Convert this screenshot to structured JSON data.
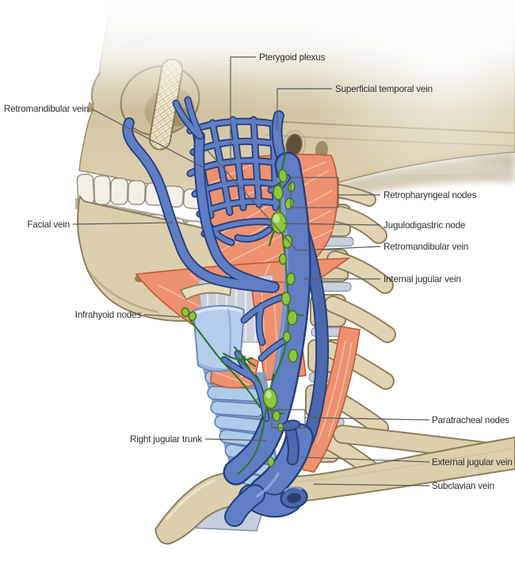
{
  "palette": {
    "background": "#FFFFFF",
    "bone_beige": "#DCCFAD",
    "bone_outline": "#8D7F5C",
    "vein_blue": "#5F7EC4",
    "vein_outline": "#273F7E",
    "vein_highlight": "#93ABDC",
    "vein_deep": "#4C69AD",
    "node_green": "#8CC63F",
    "node_outline": "#49761F",
    "lymph_vessel": "#2F7A28",
    "muscle_salmon": "#ED9170",
    "muscle_outline": "#C05A32",
    "cartilage_blue": "#B7CDEE",
    "trachea_blue": "#AECBEA",
    "membrane_gray": "#CBD1D8",
    "label_text": "#2F2F2F",
    "leader_line": "#5A5A5A"
  },
  "labels": {
    "items": [
      {
        "id": "retromandibular-vein-left",
        "text": "Retromandibular vein",
        "side": "left"
      },
      {
        "id": "pterygoid-plexus",
        "text": "Pterygoid plexus",
        "side": "top"
      },
      {
        "id": "superficial-temporal-vein",
        "text": "Superficial temporal vein",
        "side": "top"
      },
      {
        "id": "retropharyngeal-nodes",
        "text": "Retropharyngeal nodes",
        "side": "right"
      },
      {
        "id": "facial-vein",
        "text": "Facial vein",
        "side": "left"
      },
      {
        "id": "jugulodigastric-node",
        "text": "Jugulodigastric node",
        "side": "right"
      },
      {
        "id": "retromandibular-vein-right",
        "text": "Retromandibular vein",
        "side": "right"
      },
      {
        "id": "internal-jugular-vein",
        "text": "Internal jugular vein",
        "side": "right"
      },
      {
        "id": "infrahyoid-nodes",
        "text": "Infrahyoid nodes",
        "side": "left"
      },
      {
        "id": "paratracheal-nodes",
        "text": "Paratracheal nodes",
        "side": "right"
      },
      {
        "id": "right-jugular-trunk",
        "text": "Right jugular trunk",
        "side": "left"
      },
      {
        "id": "external-jugular-vein",
        "text": "External jugular vein",
        "side": "right"
      },
      {
        "id": "subclavian-vein",
        "text": "Subclavian vein",
        "side": "right"
      }
    ]
  },
  "illustration": {
    "structures": [
      "skull",
      "orbit",
      "zygomatic-arch",
      "teeth",
      "mandible",
      "cervical-vertebrae",
      "clavicle",
      "first-rib",
      "hyoid-bone",
      "thyroid-cartilage",
      "trachea",
      "pterygoid-plexus",
      "superficial-temporal-vein",
      "facial-vein",
      "retromandibular-vein",
      "internal-jugular-vein",
      "external-jugular-vein",
      "subclavian-vein",
      "lymph-node-chain",
      "jugular-lymph-trunk",
      "neck-muscles"
    ]
  }
}
